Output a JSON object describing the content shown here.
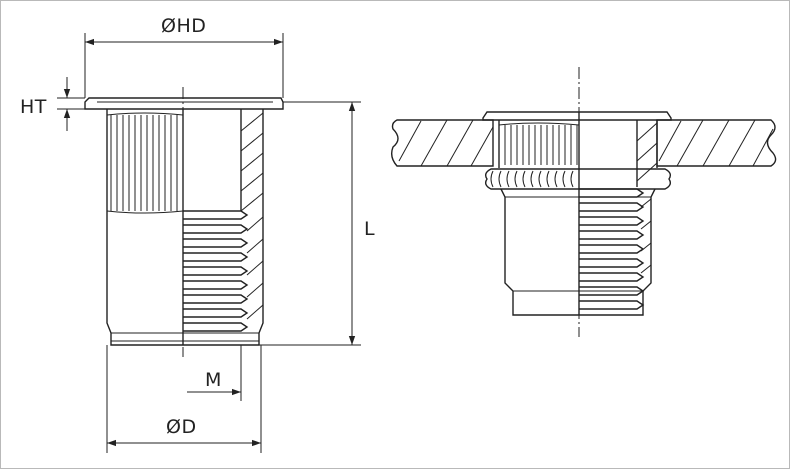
{
  "figure": {
    "labels": {
      "head_diameter": "ØHD",
      "head_thickness": "HT",
      "length": "L",
      "thread": "M",
      "body_diameter": "ØD"
    }
  }
}
